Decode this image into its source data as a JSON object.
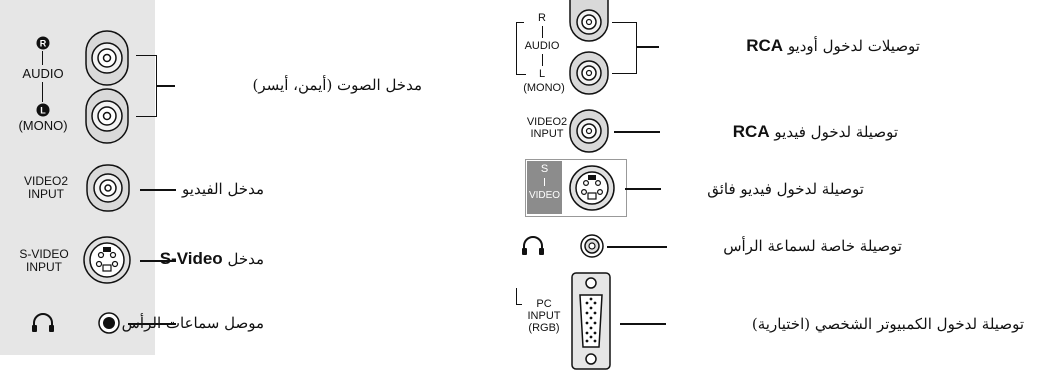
{
  "left": {
    "jack_labels": {
      "r_badge": "R",
      "audio": "AUDIO",
      "l_badge": "L",
      "mono": "(MONO)",
      "video2": "VIDEO2",
      "input": "INPUT",
      "svideo": "S-VIDEO",
      "svideo_input": "INPUT"
    },
    "callouts": {
      "audio": "مدخل الصوت (أيمن، أيسر)",
      "video": "مدخل الفيديو",
      "svideo_prefix": "مدخل",
      "svideo_bold": "S-Video",
      "headphone": "موصل سماعات الرأس"
    }
  },
  "right": {
    "jack_labels": {
      "r": "R",
      "audio": "AUDIO",
      "l": "L",
      "mono": "(MONO)",
      "video2": "VIDEO2",
      "input": "INPUT",
      "s": "S",
      "video": "VIDEO",
      "pc": "PC",
      "pc_input": "INPUT",
      "rgb": "(RGB)"
    },
    "callouts": {
      "audio_bold": "RCA",
      "audio_text": "توصيلات لدخول أوديو",
      "video_bold": "RCA",
      "video_text": "توصيلة لدخول فيديو",
      "svideo": "توصيلة لدخول فيديو فائق",
      "headphone": "توصيلة خاصة لسماعة الرأس",
      "pc": "توصيلة لدخول الكمبيوتر الشخصي (اختيارية)"
    }
  },
  "icons": [
    "headphone-icon",
    "rca-jack-icon",
    "svideo-jack-icon",
    "vga-port-icon",
    "mini-jack-icon"
  ]
}
